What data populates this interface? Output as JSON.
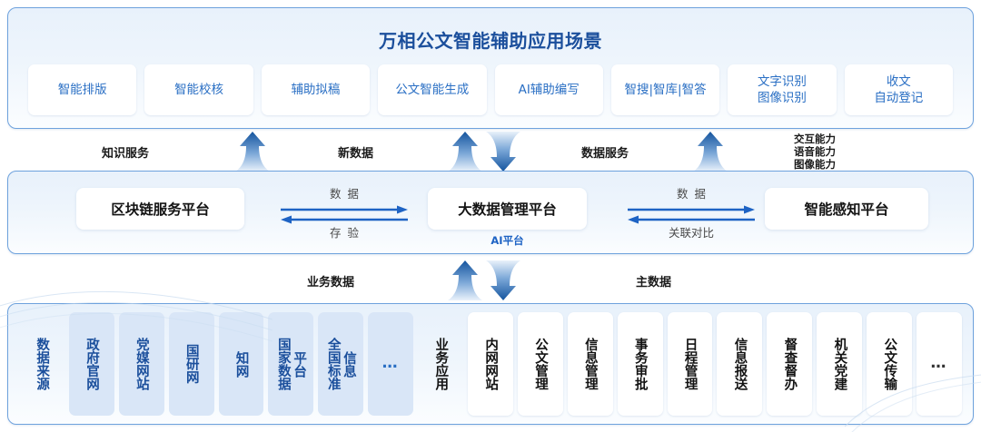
{
  "colors": {
    "panel_border": "#6ea2dd",
    "panel_bg_top": "#e8f1fb",
    "title_blue": "#1b4f9c",
    "tile_blue": "#2a6fc4",
    "arrow_blue": "#1e63c4",
    "source_card_blue": "#d9e6f7"
  },
  "app_layer": {
    "title": "万相公文智能辅助应用场景",
    "tiles": [
      {
        "lines": [
          "智能排版"
        ]
      },
      {
        "lines": [
          "智能校核"
        ]
      },
      {
        "lines": [
          "辅助拟稿"
        ]
      },
      {
        "lines": [
          "公文智能生成"
        ]
      },
      {
        "lines": [
          "AI辅助编写"
        ]
      },
      {
        "lines": [
          "智搜|智库|智答"
        ]
      },
      {
        "lines": [
          "文字识别",
          "图像识别"
        ]
      },
      {
        "lines": [
          "收文",
          "自动登记"
        ]
      }
    ]
  },
  "upper_band": {
    "labels": [
      {
        "text": "知识服务"
      },
      {
        "text": "新数据"
      },
      {
        "text": "数据服务"
      }
    ],
    "capability_lines": [
      "交互能力",
      "语音能力",
      "图像能力"
    ]
  },
  "platform_layer": {
    "boxes": [
      {
        "label": "区块链服务平台"
      },
      {
        "label": "大数据管理平台"
      },
      {
        "label": "智能感知平台"
      }
    ],
    "ai_platform_label": "AI平台",
    "connectors": [
      {
        "top_label": "数据",
        "bottom_label": "存验"
      },
      {
        "top_label": "数据",
        "bottom_label": "关联对比"
      }
    ]
  },
  "lower_band": {
    "labels": [
      {
        "text": "业务数据"
      },
      {
        "text": "主数据"
      }
    ]
  },
  "source_layer": {
    "columns": [
      {
        "text": "数据来源",
        "style": "blue plain",
        "kind": "text"
      },
      {
        "text": "政府官网",
        "style": "blue card",
        "kind": "text"
      },
      {
        "text": "党媒网站",
        "style": "blue card",
        "kind": "text"
      },
      {
        "text": "国研网",
        "style": "blue card",
        "kind": "text"
      },
      {
        "text": "知网",
        "style": "blue card",
        "kind": "text"
      },
      {
        "text": "国家数据",
        "text2": "平台",
        "style": "blue card",
        "kind": "dual"
      },
      {
        "text": "全国标准",
        "text2": "信息",
        "style": "blue card",
        "kind": "dual"
      },
      {
        "text": "…",
        "style": "blue card",
        "kind": "dots"
      },
      {
        "text": "业务应用",
        "style": "dark plain",
        "kind": "text"
      },
      {
        "text": "内网网站",
        "style": "dark card",
        "kind": "text"
      },
      {
        "text": "公文管理",
        "style": "dark card",
        "kind": "text"
      },
      {
        "text": "信息管理",
        "style": "dark card",
        "kind": "text"
      },
      {
        "text": "事务审批",
        "style": "dark card",
        "kind": "text"
      },
      {
        "text": "日程管理",
        "style": "dark card",
        "kind": "text"
      },
      {
        "text": "信息报送",
        "style": "dark card",
        "kind": "text"
      },
      {
        "text": "督查督办",
        "style": "dark card",
        "kind": "text"
      },
      {
        "text": "机关党建",
        "style": "dark card",
        "kind": "text"
      },
      {
        "text": "公文传输",
        "style": "dark card",
        "kind": "text"
      },
      {
        "text": "…",
        "style": "dark card",
        "kind": "dots"
      }
    ]
  }
}
